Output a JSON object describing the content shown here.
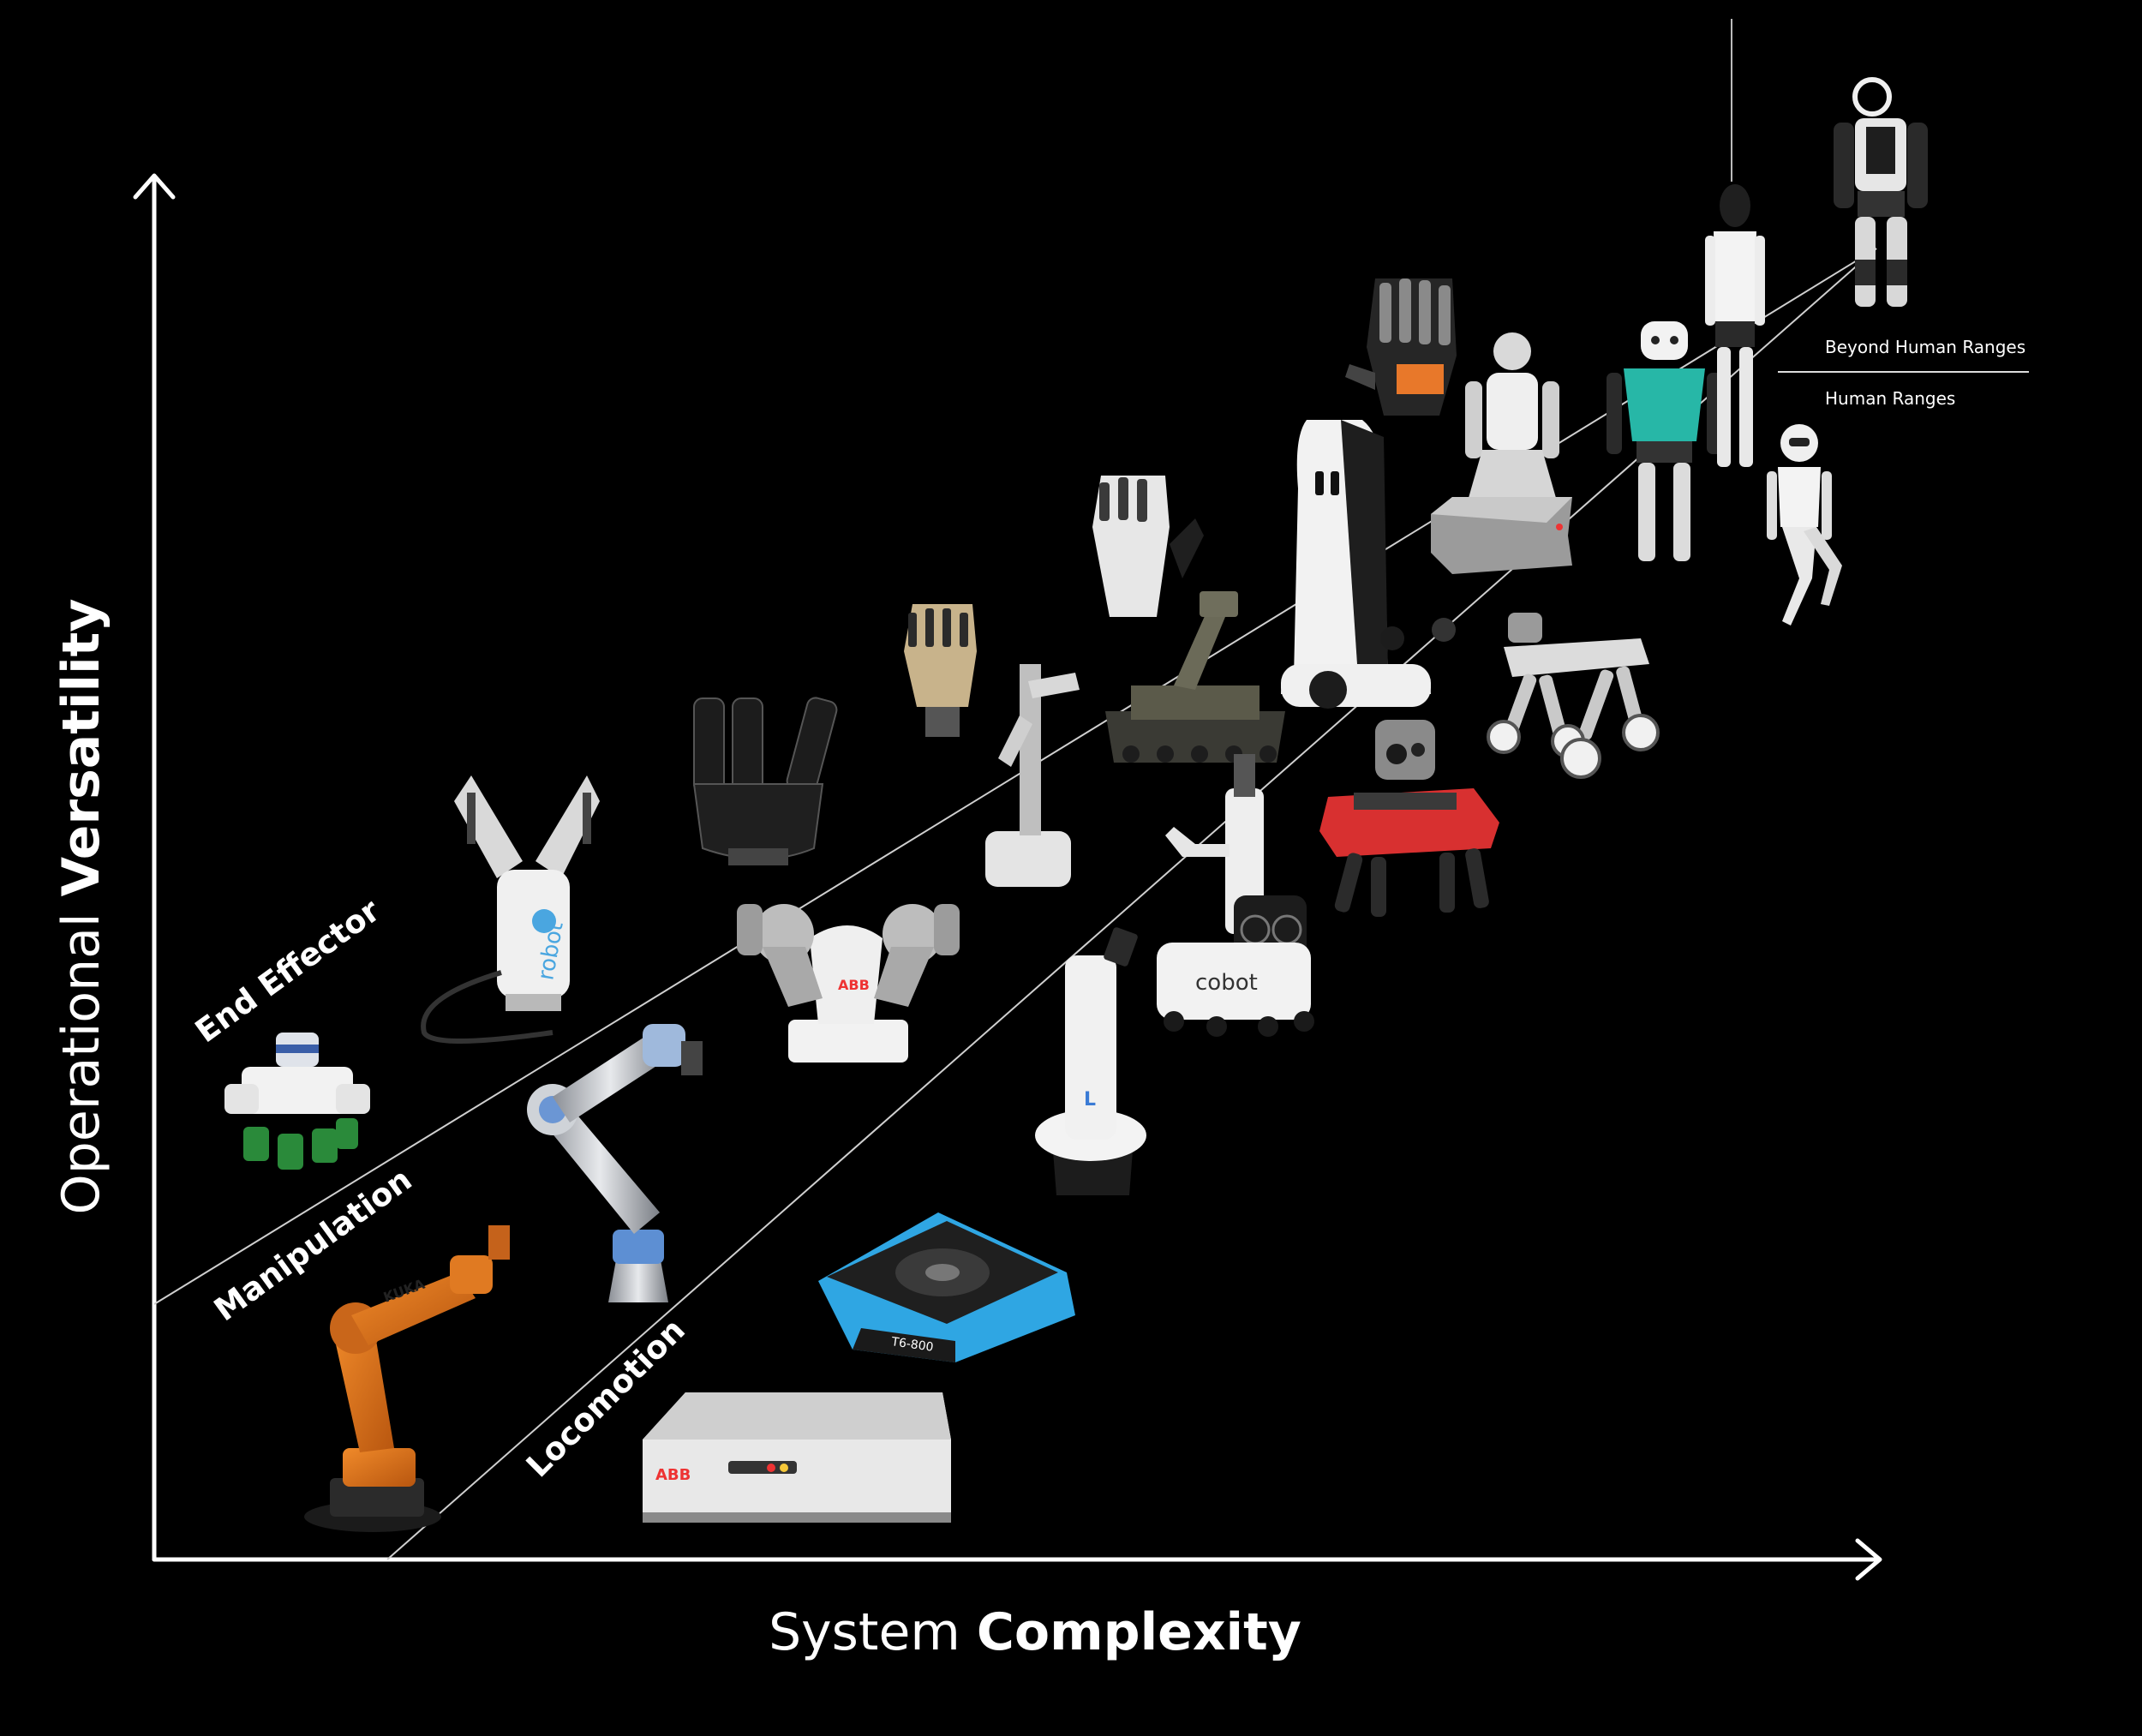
{
  "axes": {
    "x_title_light": "System",
    "x_title_bold": "Complexity",
    "y_title_light": "Operational",
    "y_title_bold": "Versatility"
  },
  "bands": {
    "end_effector": "End Effector",
    "manipulation": "Manipulation",
    "locomotion": "Locomotion"
  },
  "ranges": {
    "beyond_human": "Beyond Human Ranges",
    "human": "Human Ranges"
  },
  "robots": [
    {
      "name": "industrial-arm-robot",
      "label": "KUKA"
    },
    {
      "name": "vacuum-gripper-robot",
      "label": ""
    },
    {
      "name": "collaborative-arm-robot",
      "label": ""
    },
    {
      "name": "parallel-gripper-robot",
      "label": "robot"
    },
    {
      "name": "three-finger-gripper-robot",
      "label": ""
    },
    {
      "name": "dual-arm-robot",
      "label": "ABB"
    },
    {
      "name": "tan-hand-robot",
      "label": ""
    },
    {
      "name": "service-tower-robot",
      "label": "L"
    },
    {
      "name": "amr-platform-blue",
      "label": "T6-800"
    },
    {
      "name": "amr-platform-white",
      "label": "ABB"
    },
    {
      "name": "mobile-manipulator-robot",
      "label": ""
    },
    {
      "name": "articulated-hand-robot",
      "label": ""
    },
    {
      "name": "tracked-robot",
      "label": ""
    },
    {
      "name": "cobot-mobile-robot",
      "label": "cobot"
    },
    {
      "name": "white-service-robot",
      "label": ""
    },
    {
      "name": "dexterous-hand-robot",
      "label": ""
    },
    {
      "name": "humanoid-on-base-robot",
      "label": ""
    },
    {
      "name": "red-quadruped-robot",
      "label": ""
    },
    {
      "name": "wheeled-quadruped-robot",
      "label": ""
    },
    {
      "name": "teal-humanoid-robot",
      "label": ""
    },
    {
      "name": "slim-humanoid-robot",
      "label": ""
    },
    {
      "name": "small-humanoid-robot",
      "label": ""
    },
    {
      "name": "large-humanoid-robot",
      "label": ""
    }
  ]
}
